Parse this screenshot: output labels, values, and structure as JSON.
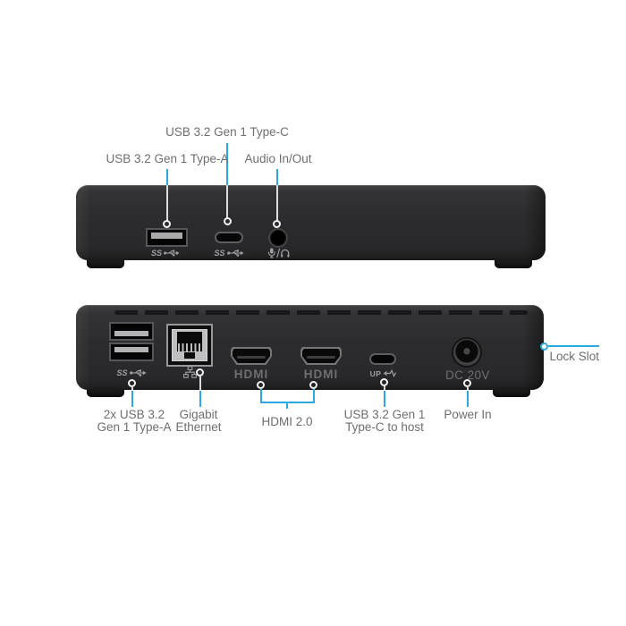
{
  "colors": {
    "accent_blue": "#29abe2",
    "label_gray": "#6d6e71",
    "panel_dark": "#2b2b2d"
  },
  "front": {
    "callouts": {
      "usb_c": "USB 3.2 Gen 1 Type-C",
      "usb_a": "USB 3.2 Gen 1 Type-A",
      "audio": "Audio In/Out"
    },
    "markings": {
      "usb_a": "SS",
      "usb_c": "SS"
    }
  },
  "back": {
    "markings": {
      "usb_a": "SS",
      "hdmi_1": "HDMI",
      "hdmi_2": "HDMI",
      "usb_c_host": "UP",
      "power": "DC 20V"
    },
    "callouts": {
      "usb_a_line1": "2x USB 3.2",
      "usb_a_line2": "Gen 1 Type-A",
      "ethernet_line1": "Gigabit",
      "ethernet_line2": "Ethernet",
      "hdmi": "HDMI 2.0",
      "usb_c_host_line1": "USB 3.2 Gen 1",
      "usb_c_host_line2": "Type-C to host",
      "power": "Power In",
      "lock": "Lock Slot"
    }
  }
}
